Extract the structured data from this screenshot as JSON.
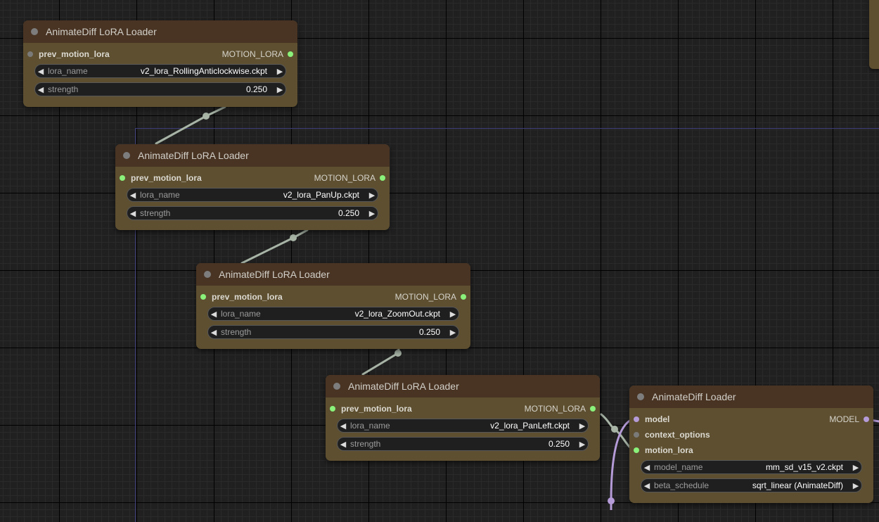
{
  "canvas": {
    "background": "#202020",
    "link_color": "#a7b4a6",
    "model_link_color": "#b59bd8"
  },
  "lora_nodes": [
    {
      "title": "AnimateDiff LoRA Loader",
      "input_label": "prev_motion_lora",
      "output_label": "MOTION_LORA",
      "lora_name_label": "lora_name",
      "lora_name_value": "v2_lora_RollingAnticlockwise.ckpt",
      "strength_label": "strength",
      "strength_value": "0.250",
      "input_connected": false
    },
    {
      "title": "AnimateDiff LoRA Loader",
      "input_label": "prev_motion_lora",
      "output_label": "MOTION_LORA",
      "lora_name_label": "lora_name",
      "lora_name_value": "v2_lora_PanUp.ckpt",
      "strength_label": "strength",
      "strength_value": "0.250",
      "input_connected": true
    },
    {
      "title": "AnimateDiff LoRA Loader",
      "input_label": "prev_motion_lora",
      "output_label": "MOTION_LORA",
      "lora_name_label": "lora_name",
      "lora_name_value": "v2_lora_ZoomOut.ckpt",
      "strength_label": "strength",
      "strength_value": "0.250",
      "input_connected": true
    },
    {
      "title": "AnimateDiff LoRA Loader",
      "input_label": "prev_motion_lora",
      "output_label": "MOTION_LORA",
      "lora_name_label": "lora_name",
      "lora_name_value": "v2_lora_PanLeft.ckpt",
      "strength_label": "strength",
      "strength_value": "0.250",
      "input_connected": true
    }
  ],
  "loader_node": {
    "title": "AnimateDiff Loader",
    "inputs": [
      {
        "label": "model",
        "color": "#b59bd8"
      },
      {
        "label": "context_options",
        "color": "#7a7a78"
      },
      {
        "label": "motion_lora",
        "color": "#8af27a"
      }
    ],
    "output_label": "MODEL",
    "model_name_label": "model_name",
    "model_name_value": "mm_sd_v15_v2.ckpt",
    "beta_schedule_label": "beta_schedule",
    "beta_schedule_value": "sqrt_linear (AnimateDiff)"
  }
}
